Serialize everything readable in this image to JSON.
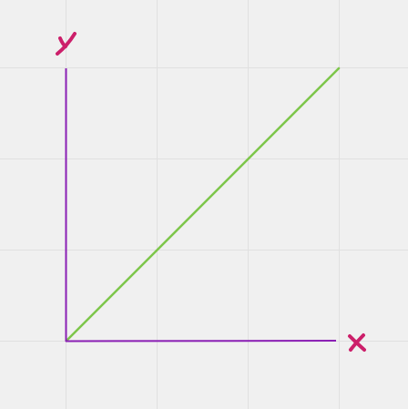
{
  "diagram": {
    "x_axis_label": "x",
    "y_axis_label": "y",
    "line": "y = x",
    "colors": {
      "background": "#f0f0f0",
      "grid": "#e0e0e0",
      "axes": "#8a1fb4",
      "line": "#7dc64a",
      "labels": "#cc1f6a"
    }
  }
}
